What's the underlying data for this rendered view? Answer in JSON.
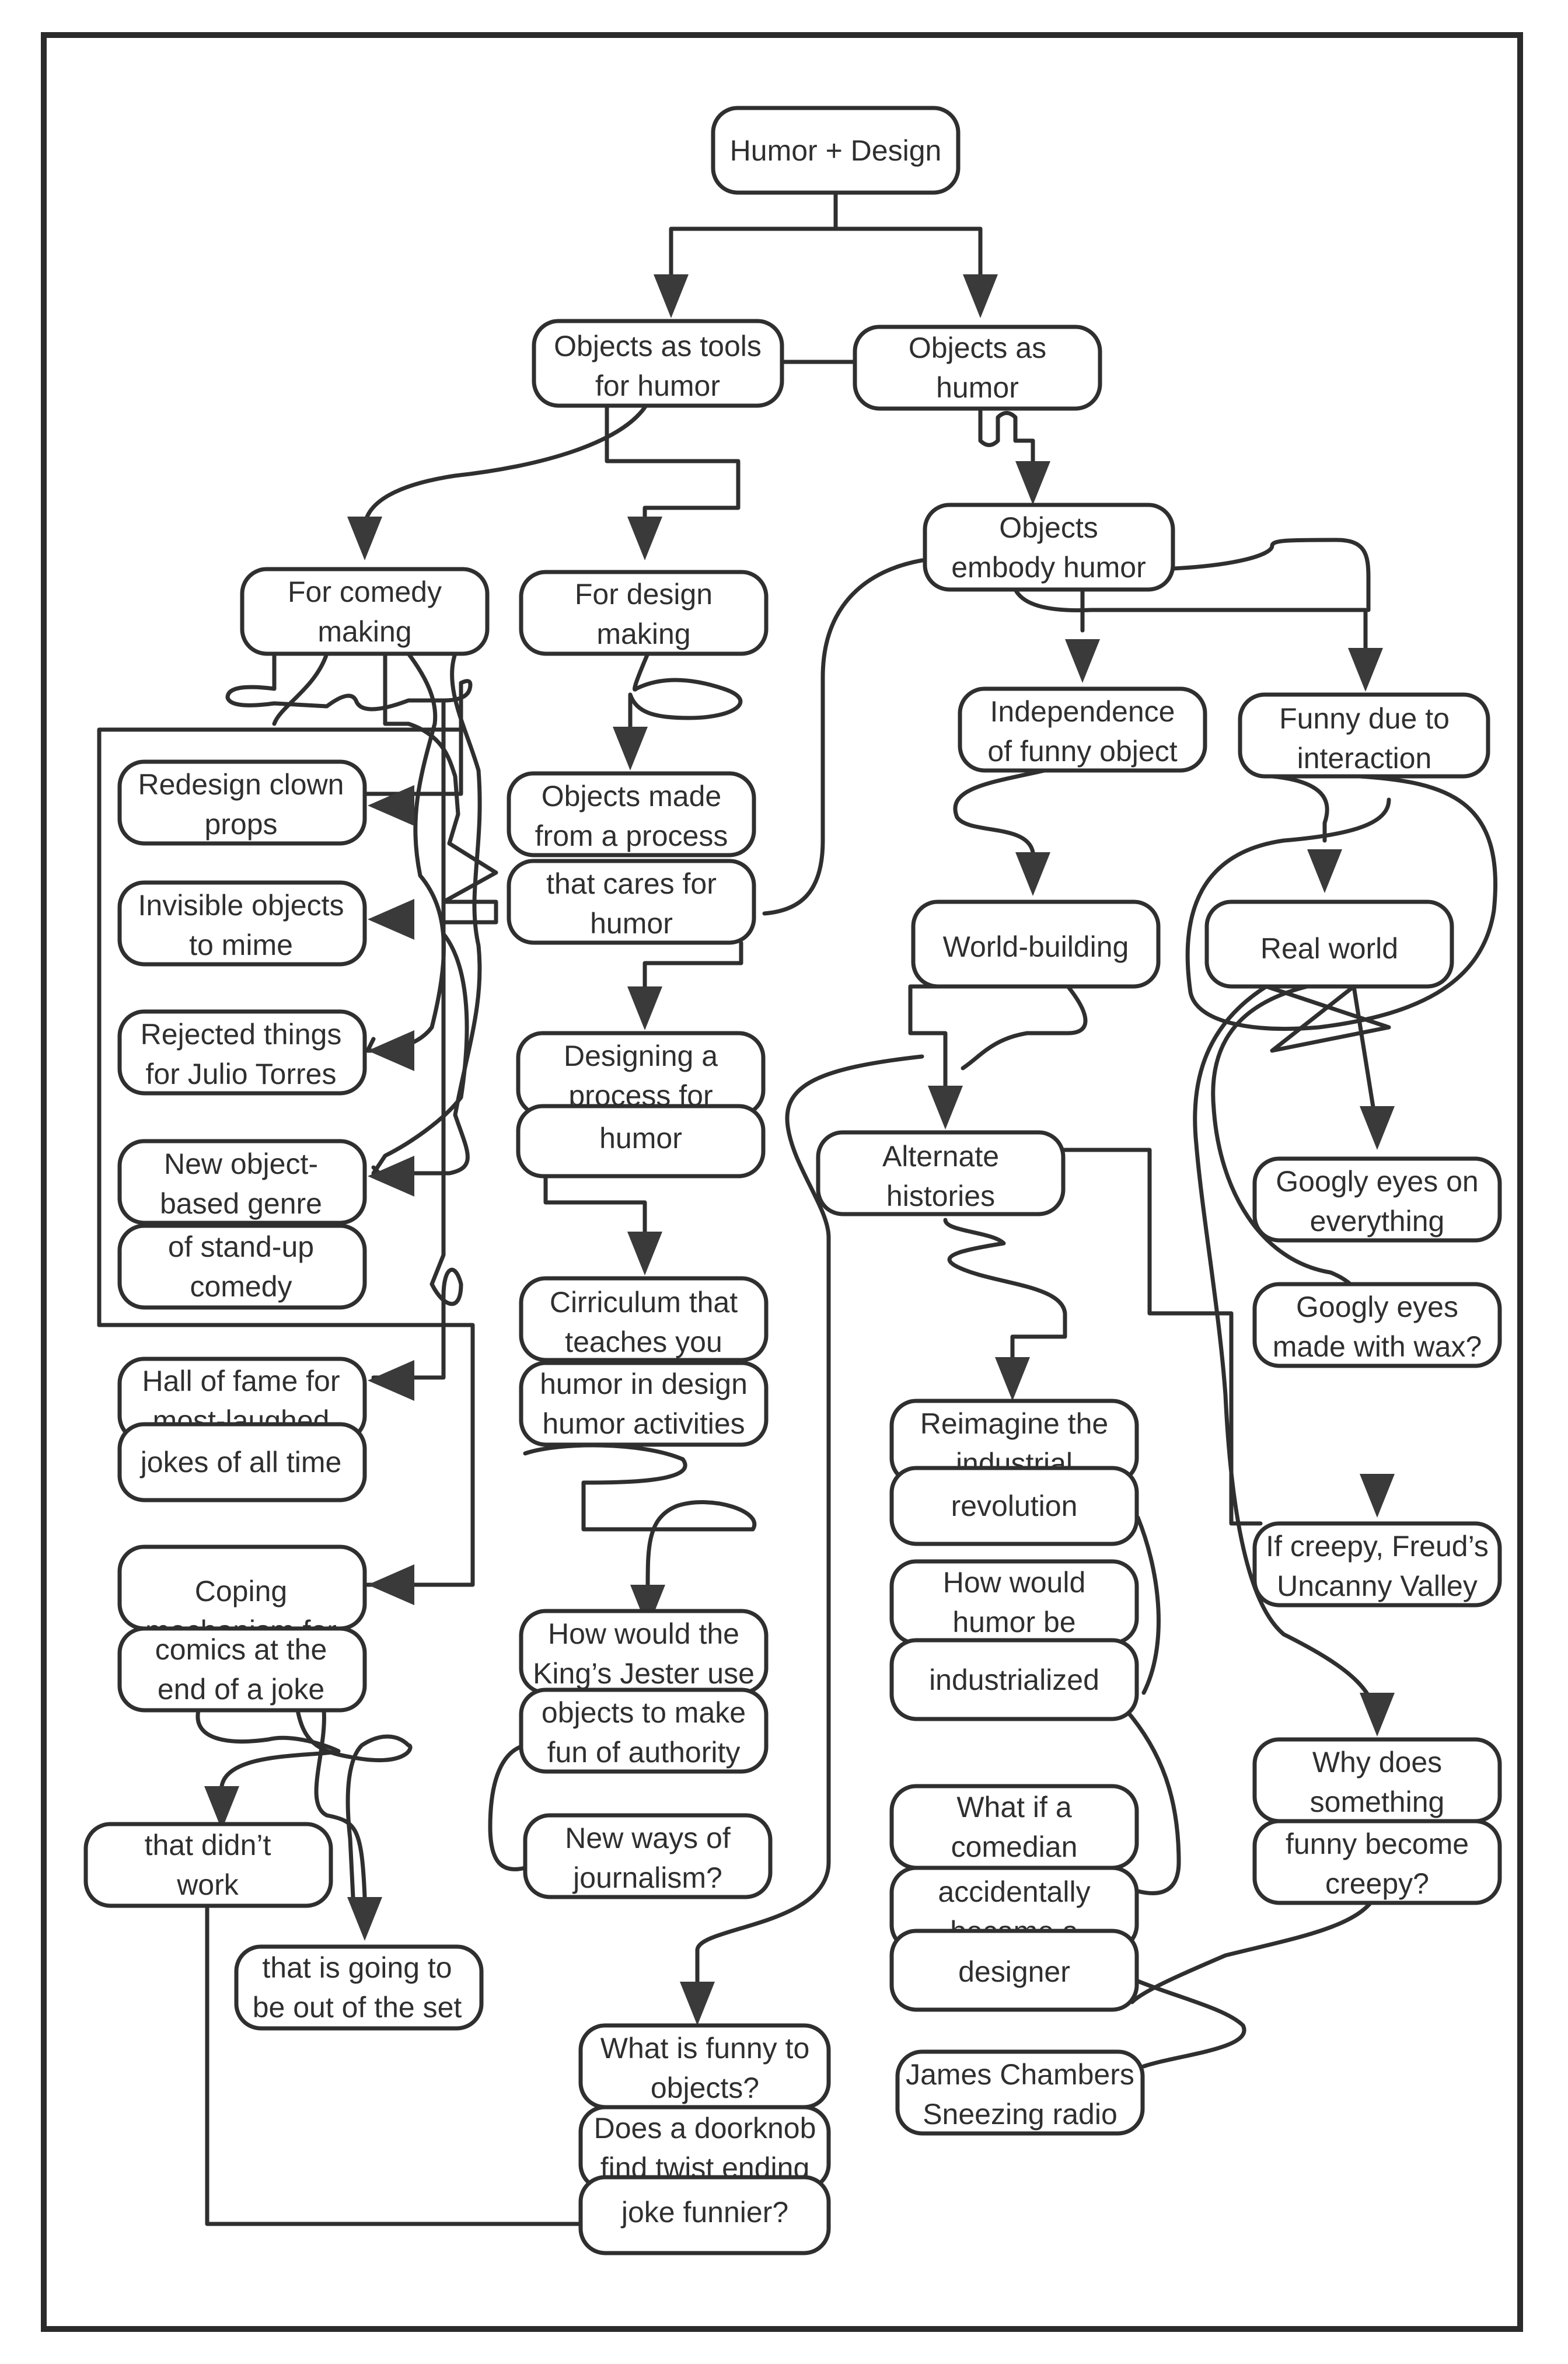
{
  "nodes": {
    "root": [
      "Humor + Design"
    ],
    "tools": [
      "Objects as tools",
      "for humor"
    ],
    "as_humor": [
      "Objects as",
      "humor"
    ],
    "comedy_making": [
      "For comedy",
      "making"
    ],
    "design_making": [
      "For design",
      "making"
    ],
    "embody": [
      "Objects",
      "embody humor"
    ],
    "independence": [
      "Independence",
      "of funny object"
    ],
    "interaction": [
      "Funny due to",
      "interaction"
    ],
    "clown": [
      "Redesign clown",
      "props"
    ],
    "invisible": [
      "Invisible objects",
      "to mime"
    ],
    "rejected": [
      "Rejected things",
      "for Julio Torres"
    ],
    "genre": [
      "New object-",
      "based genre"
    ],
    "standup": [
      "of stand-up",
      "comedy"
    ],
    "hall": [
      "Hall of fame for",
      "most-laughed"
    ],
    "jokes": [
      "jokes of all time"
    ],
    "coping": [
      "Coping",
      "mechanism for"
    ],
    "comics": [
      "comics at the",
      "end of a joke"
    ],
    "didnt_work": [
      "that didn’t",
      "work"
    ],
    "out_of_set": [
      "that is going to",
      "be out of the set"
    ],
    "process_made": [
      "Objects made",
      "from a process"
    ],
    "cares": [
      "that cares for",
      "humor"
    ],
    "designing": [
      "Designing a",
      "process for"
    ],
    "designing_humor": [
      "humor"
    ],
    "curriculum": [
      "Cirriculum that",
      "teaches you"
    ],
    "curriculum2": [
      "humor in design",
      "humor activities"
    ],
    "jester": [
      "How would the",
      "King’s Jester use"
    ],
    "jester2": [
      "objects to make",
      "fun of authority"
    ],
    "journalism": [
      "New ways of",
      "journalism?"
    ],
    "funny_to_objects": [
      "What is funny to",
      "objects?"
    ],
    "doorknob": [
      "Does a doorknob",
      "find twist ending"
    ],
    "doorknob2": [
      "joke funnier?"
    ],
    "world": [
      "World-building"
    ],
    "alternate": [
      "Alternate",
      "histories"
    ],
    "reimagine": [
      "Reimagine the",
      "industrial"
    ],
    "revolution": [
      "revolution"
    ],
    "how_would": [
      "How would",
      "humor be"
    ],
    "industrialized": [
      "industrialized"
    ],
    "what_if": [
      "What if a",
      "comedian"
    ],
    "accidentally": [
      "accidentally",
      "became a"
    ],
    "designer": [
      "designer"
    ],
    "chambers": [
      "James Chambers",
      "Sneezing radio"
    ],
    "real_world": [
      "Real world"
    ],
    "googly": [
      "Googly eyes on",
      "everything"
    ],
    "googly_wax": [
      "Googly eyes",
      "made with wax?"
    ],
    "freud": [
      "If creepy, Freud’s",
      "Uncanny Valley"
    ],
    "why": [
      "Why does",
      "something"
    ],
    "creepy": [
      "funny become",
      "creepy?"
    ]
  }
}
